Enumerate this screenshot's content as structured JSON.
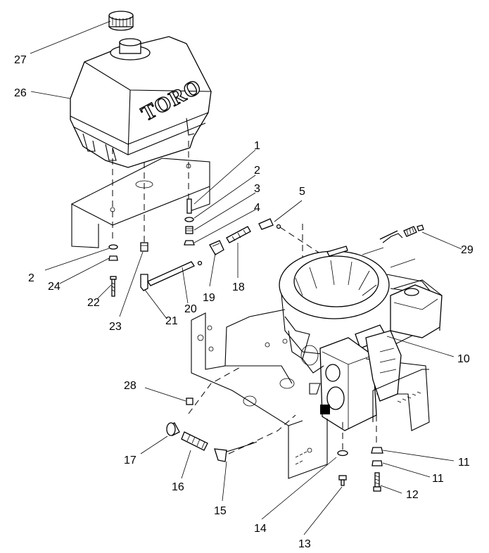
{
  "brand_text": "TORO",
  "callouts": [
    "27",
    "26",
    "1",
    "2",
    "3",
    "4",
    "5",
    "29",
    "2",
    "24",
    "22",
    "23",
    "21",
    "20",
    "19",
    "18",
    "10",
    "28",
    "17",
    "16",
    "15",
    "14",
    "13",
    "11",
    "11",
    "12"
  ]
}
